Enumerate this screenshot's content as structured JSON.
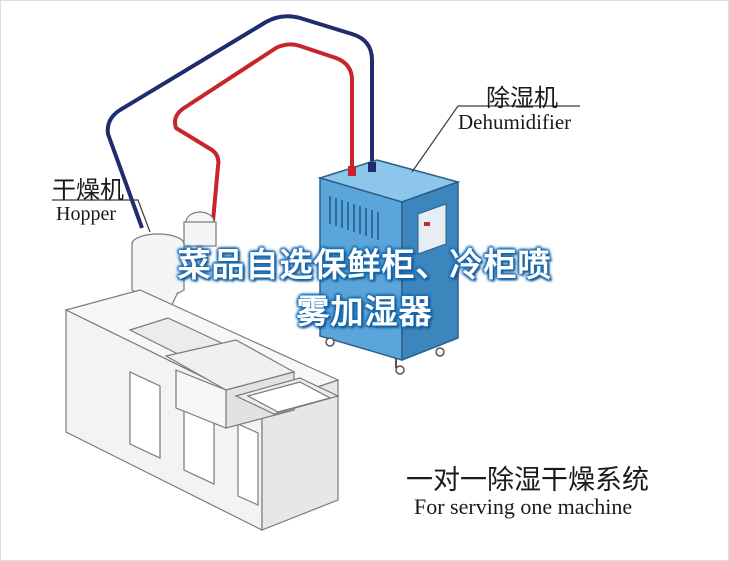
{
  "labels": {
    "dehumidifier_cn": "除湿机",
    "dehumidifier_en": "Dehumidifier",
    "hopper_cn": "干燥机",
    "hopper_en": "Hopper",
    "system_cn": "一对一除湿干燥系统",
    "system_en": "For serving one machine"
  },
  "overlay": {
    "line1": "菜品自选保鲜柜、冷柜喷",
    "line2": "雾加湿器"
  },
  "colors": {
    "pipe_blue": "#1f2d6e",
    "pipe_red": "#c8242b",
    "cabinet_blue": "#5aa6da",
    "cabinet_dark": "#3d86bd",
    "machine_outline": "#7a7a7a",
    "overlay_text": "#ffffff",
    "overlay_glow": "#1d6fb5"
  }
}
